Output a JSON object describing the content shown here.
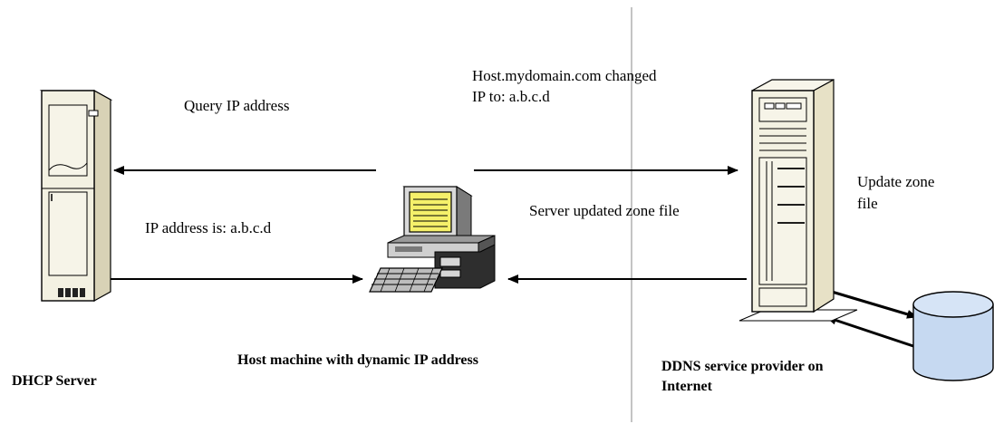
{
  "labels": {
    "query_ip": "Query IP address",
    "host_changed_line1": "Host.mydomain.com changed",
    "host_changed_line2": "IP to: a.b.c.d",
    "ip_is": "IP address is: a.b.c.d",
    "server_updated": "Server updated zone file",
    "update_zone_line1": "Update zone",
    "update_zone_line2": "file",
    "dhcp_server": "DHCP Server",
    "host_machine": "Host machine with dynamic IP address",
    "ddns_line1": "DDNS service provider on",
    "ddns_line2": "Internet"
  },
  "icons": {
    "dhcp_server": "tower-server-icon",
    "host_machine": "desktop-computer-icon",
    "ddns_server": "tower-server-icon",
    "database": "database-cylinder-icon"
  },
  "colors": {
    "monitor_screen": "#f5f06a",
    "database_fill": "#c6d9f1",
    "server_cream": "#f3f1e2",
    "server_beige": "#e7e1c6"
  }
}
